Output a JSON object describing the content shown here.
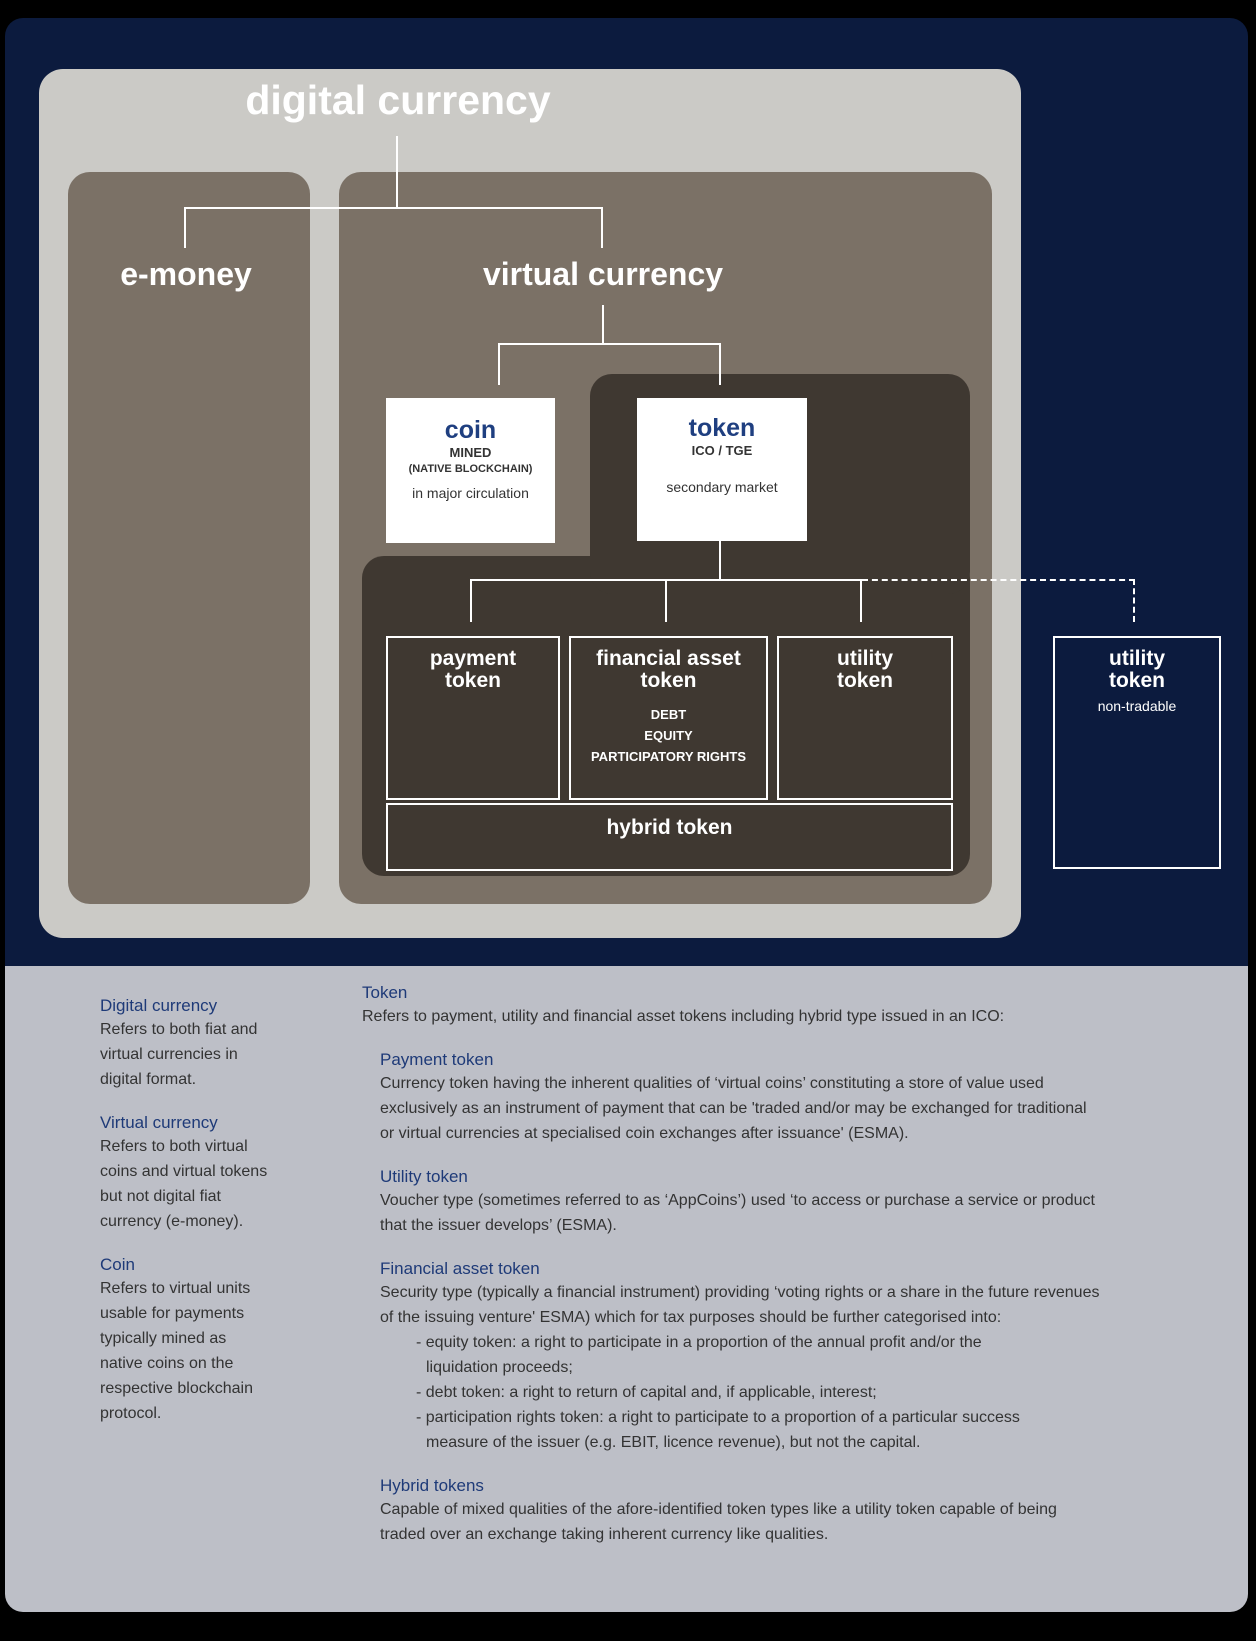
{
  "diagram": {
    "digital_currency": "digital currency",
    "e_money": "e-money",
    "virtual_currency": "virtual currency",
    "coin": {
      "title": "coin",
      "line1": "MINED",
      "line2": "(NATIVE BLOCKCHAIN)",
      "note": "in major circulation"
    },
    "token": {
      "title": "token",
      "line1": "ICO / TGE",
      "note": "secondary market"
    },
    "payment_token": [
      "payment",
      "token"
    ],
    "financial_asset_token": {
      "title": [
        "financial asset",
        "token"
      ],
      "items": [
        "DEBT",
        "EQUITY",
        "PARTICIPATORY RIGHTS"
      ]
    },
    "utility_token": [
      "utility",
      "token"
    ],
    "hybrid_token": "hybrid token",
    "utility_nontradable": {
      "title": [
        "utility",
        "token"
      ],
      "note": "non-tradable"
    }
  },
  "glossary_left": [
    {
      "term": "Digital currency",
      "lines": [
        "Refers to both fiat and",
        "virtual currencies in",
        "digital format."
      ]
    },
    {
      "term": "Virtual currency",
      "lines": [
        "Refers to both virtual",
        "coins and virtual tokens",
        "but not digital fiat",
        "currency (e-money)."
      ]
    },
    {
      "term": "Coin",
      "lines": [
        "Refers to virtual units",
        "usable for payments",
        "typically mined as",
        "native coins on the",
        "respective blockchain",
        "protocol."
      ]
    }
  ],
  "glossary_right": {
    "token_heading": "Token",
    "token_intro": "Refers to payment, utility and financial asset tokens including hybrid type issued in an ICO:",
    "payment": {
      "heading": "Payment token",
      "lines": [
        "Currency token having the inherent qualities of ‘virtual coins’ constituting a store of value used",
        "exclusively as an instrument of payment that can be 'traded and/or may be exchanged for traditional",
        "or virtual currencies at specialised coin exchanges after issuance' (ESMA)."
      ]
    },
    "utility": {
      "heading": "Utility token",
      "lines": [
        "Voucher type (sometimes referred to as ‘AppCoins’) used ‘to access or purchase a service or product",
        "that the issuer develops’ (ESMA)."
      ]
    },
    "financial": {
      "heading": "Financial asset token",
      "lines": [
        "Security type (typically a financial instrument) providing ‘voting rights or a share in the future revenues",
        "of the issuing venture' ESMA) which for tax purposes should be further categorised into:"
      ],
      "bullets": [
        [
          "- equity token: a right to participate in a proportion of the annual profit and/or the",
          "liquidation proceeds;"
        ],
        [
          "- debt token: a right to return of capital and, if applicable, interest;"
        ],
        [
          "- participation rights token: a right to participate to a proportion of a particular success",
          "measure of the issuer (e.g. EBIT, licence revenue), but not the capital."
        ]
      ]
    },
    "hybrid": {
      "heading": "Hybrid tokens",
      "lines": [
        "Capable of mixed qualities of the afore-identified token types like a utility token capable of being",
        "traded over an exchange taking inherent currency like qualities."
      ]
    }
  }
}
